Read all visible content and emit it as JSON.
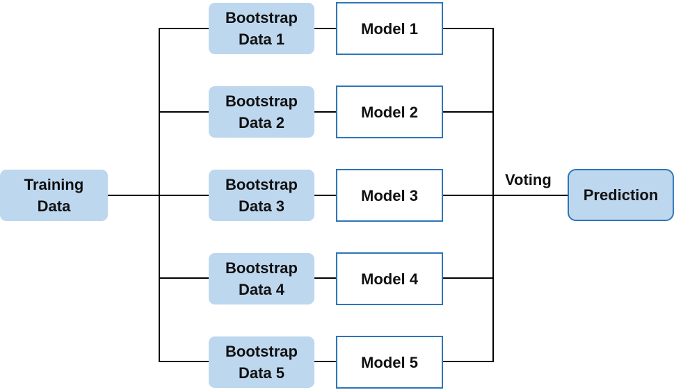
{
  "input": {
    "line1": "Training",
    "line2": "Data"
  },
  "branches": [
    {
      "bootstrap_line1": "Bootstrap",
      "bootstrap_line2": "Data 1",
      "model": "Model 1"
    },
    {
      "bootstrap_line1": "Bootstrap",
      "bootstrap_line2": "Data 2",
      "model": "Model 2"
    },
    {
      "bootstrap_line1": "Bootstrap",
      "bootstrap_line2": "Data 3",
      "model": "Model 3"
    },
    {
      "bootstrap_line1": "Bootstrap",
      "bootstrap_line2": "Data 4",
      "model": "Model 4"
    },
    {
      "bootstrap_line1": "Bootstrap",
      "bootstrap_line2": "Data 5",
      "model": "Model 5"
    }
  ],
  "aggregation_label": "Voting",
  "output": {
    "label": "Prediction"
  },
  "colors": {
    "box_fill": "#bdd7ee",
    "box_border": "#2e75b6",
    "connector": "#000000"
  }
}
